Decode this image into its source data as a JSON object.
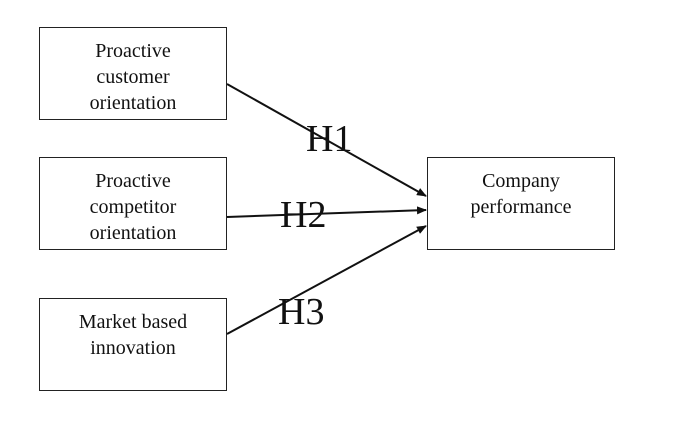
{
  "boxes": {
    "proactive_customer": "Proactive\ncustomer\norientation",
    "proactive_competitor": "Proactive\ncompetitor\norientation",
    "market_innovation": "Market based\ninnovation",
    "company_performance": "Company\nperformance"
  },
  "hypotheses": {
    "h1": "H1",
    "h2": "H2",
    "h3": "H3"
  },
  "colors": {
    "line": "#111111",
    "border": "#222222",
    "background": "#ffffff"
  }
}
